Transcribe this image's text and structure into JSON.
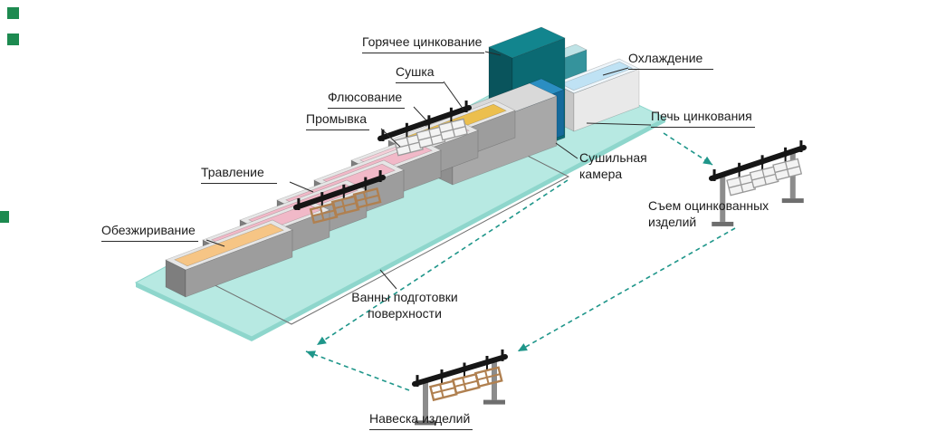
{
  "colors": {
    "platform": "#b7e9e2",
    "platform_edge": "#8ed6cc",
    "bath_side": "#9d9d9d",
    "bath_side_dark": "#7e7e7e",
    "outline": "#707070",
    "arrow": "#1f968a",
    "leader": "#2b2b2b",
    "bar": "#161616",
    "leg": "#8c8c8c",
    "foot": "#6e6e6e",
    "product_white_fill": "#f3f3f3",
    "product_white_stroke": "#999999",
    "product_tan": "#b08050",
    "marker_green": "#1d8a50",
    "bath_rim": "#e6e6e6"
  },
  "baths": [
    {
      "id": "degreasing",
      "top": "#f6c585"
    },
    {
      "id": "pickling-1",
      "top": "#f1b9c8"
    },
    {
      "id": "pickling-2",
      "top": "#f1b9c8"
    },
    {
      "id": "pickling-3",
      "top": "#f1b9c8"
    },
    {
      "id": "pickling-4",
      "top": "#f1b9c8"
    },
    {
      "id": "rinsing",
      "top": "#f5cfd9"
    },
    {
      "id": "fluxing",
      "top": "#ecbf4e"
    }
  ],
  "structures": {
    "drying_box": {
      "top": "#d9d9d9",
      "front": "#a8a8a8",
      "end": "#8f8f8f"
    },
    "zinc_bath": {
      "top": "#2b8ec2",
      "front": "#156a9b",
      "end": "#0e5a86"
    },
    "furnace": {
      "top": "#12858e",
      "front": "#0b6a73",
      "end": "#09545c"
    },
    "wall": {
      "top": "#bfe3e6",
      "front": "#35939c",
      "end": "#27747c"
    },
    "cooling_bath": {
      "top": "#eef6fb",
      "inner": "#bfe2f4",
      "front": "#e9e9e9",
      "end": "#c6c6c6"
    }
  },
  "labels": {
    "goryachee": {
      "text": "Горячее цинкование"
    },
    "sushka": {
      "text": "Сушка"
    },
    "flyusovanie": {
      "text": "Флюсование"
    },
    "promyvka": {
      "text": "Промывка"
    },
    "travlenie": {
      "text": "Травление"
    },
    "obezzhirivanie": {
      "text": "Обезжиривание"
    },
    "okhlazhdenie": {
      "text": "Охлаждение"
    },
    "pech": {
      "text": "Печь цинкования"
    },
    "sushilnaya": {
      "text": "Сушильная камера"
    },
    "syom": {
      "text": "Съем оцинкованных изделий"
    },
    "vanny": {
      "text": "Ванны подготовки поверхности"
    },
    "naveska": {
      "text": "Навеска изделий"
    }
  }
}
